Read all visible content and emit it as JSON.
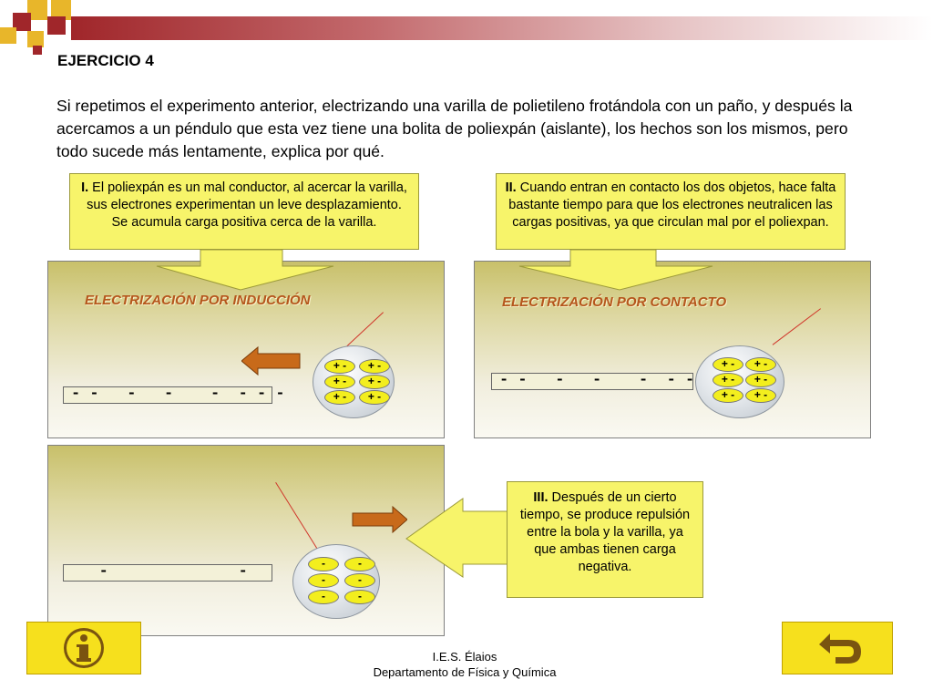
{
  "slide": {
    "title": "EJERCICIO 4",
    "intro": " Si repetimos el experimento anterior, electrizando una varilla de polietileno frotándola con un paño, y después la acercamos a un péndulo que esta vez tiene una  bolita de poliexpán (aislante), los hechos son los mismos, pero todo sucede más lentamente, explica por qué."
  },
  "boxes": {
    "one": {
      "num": "I.",
      "text": " El poliexpán es  un mal conductor, al acercar la varilla, sus electrones experimentan un leve desplazamiento. Se acumula carga positiva cerca de la varilla."
    },
    "two": {
      "num": "II.",
      "text": " Cuando entran en contacto los dos objetos, hace falta bastante tiempo para que los electrones neutralicen las cargas positivas, ya que circulan mal por el poliexpan."
    },
    "three": {
      "num": "III.",
      "text": " Después de un cierto tiempo, se produce repulsión entre la bola y la varilla, ya que ambas tienen carga negativa."
    }
  },
  "panels": {
    "induction": {
      "title": "ELECTRIZACIÓN POR INDUCCIÓN",
      "rod": "- -   -   -    -  - - -"
    },
    "contact": {
      "title": "ELECTRIZACIÓN POR CONTACTO",
      "rod": "- -   -   -    -  - - -"
    },
    "repulsion": {
      "rod": "   -              -"
    }
  },
  "charges": {
    "plus_minus": "+ -",
    "minus": "-"
  },
  "nav": {
    "info_icon": "info-icon",
    "back_icon": "return-arrow-icon"
  },
  "footer": {
    "line1": "I.E.S. Élaios",
    "line2": "Departamento de Física y Química"
  },
  "colors": {
    "box_yellow": "#f7f46a",
    "title_orange": "#b5561c",
    "arrow_orange": "#c86a1a",
    "header_red": "#a0262a",
    "nav_yellow": "#f6e01d"
  }
}
